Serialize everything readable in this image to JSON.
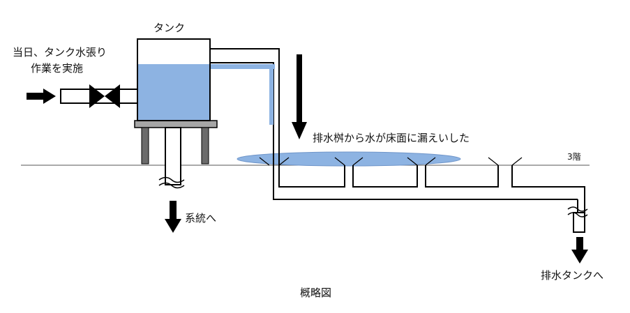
{
  "labels": {
    "tank": "タンク",
    "filling_line1": "当日、タンク水張り",
    "filling_line2": "作業を実施",
    "overflow_note": "排水桝から水が床面に漏えいした",
    "floor_level": "3階",
    "to_system": "系統へ",
    "to_drain_tank": "排水タンクへ",
    "caption": "概略図"
  },
  "colors": {
    "water": "#8db3e2",
    "water_edge": "#6f95c9",
    "line": "#000000",
    "leg": "#6b6b6b",
    "support": "#a6a6a6"
  }
}
